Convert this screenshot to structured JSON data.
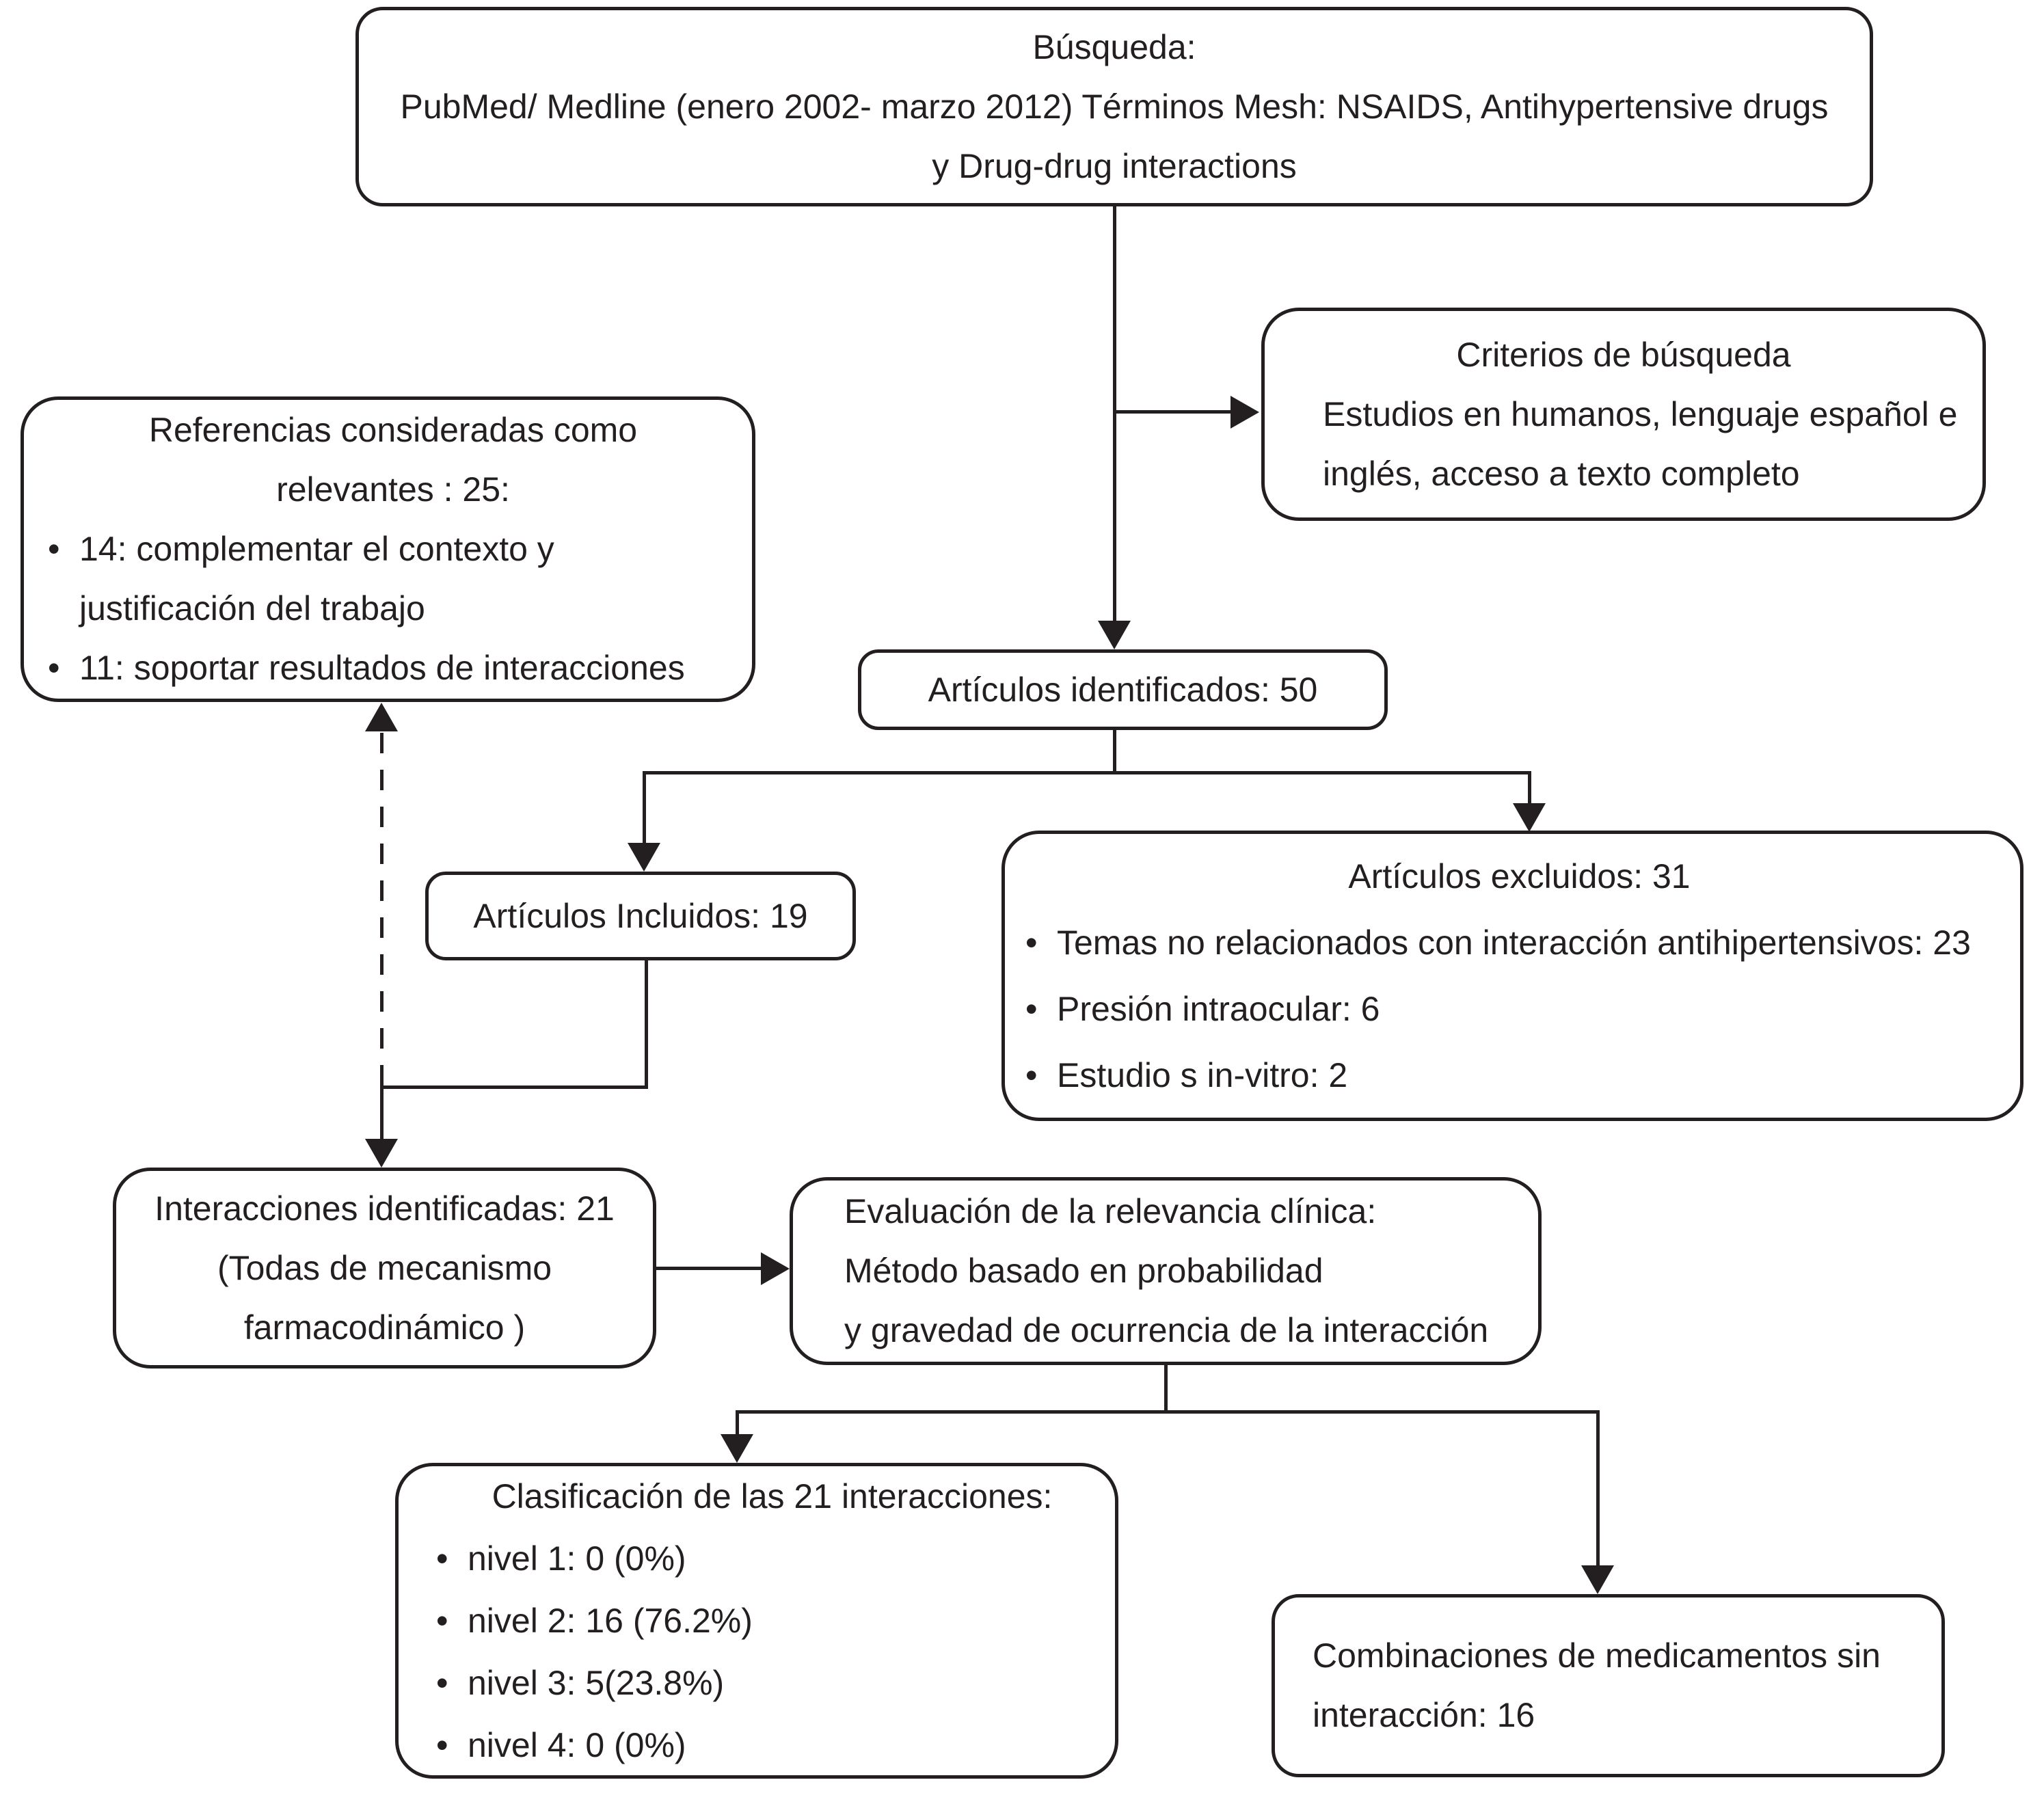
{
  "ui": {
    "bullet": "•"
  },
  "colors": {
    "ink": "#231f20",
    "background": "#ffffff"
  },
  "boxes": {
    "search": {
      "lines": [
        "Búsqueda:",
        "PubMed/ Medline (enero 2002- marzo 2012) Términos Mesh: NSAIDS, Antihypertensive drugs",
        "y Drug-drug interactions"
      ]
    },
    "criteria": {
      "title": "Criterios de búsqueda",
      "lines": [
        "Estudios en humanos, lenguaje español e",
        "inglés, acceso a texto completo"
      ]
    },
    "references": {
      "title_lines": [
        "Referencias consideradas como",
        "relevantes : 25:"
      ],
      "bullets": [
        "14: complementar el contexto y justificación del trabajo",
        "11: soportar resultados de interacciones"
      ]
    },
    "identified": {
      "label": "Artículos identificados: 50"
    },
    "included": {
      "label": "Artículos Incluidos: 19"
    },
    "excluded": {
      "title": "Artículos excluidos: 31",
      "bullets": [
        "Temas no relacionados con interacción antihipertensivos: 23",
        "Presión intraocular: 6",
        "Estudio s in-vitro: 2"
      ]
    },
    "interactions": {
      "lines": [
        "Interacciones identificadas: 21",
        "(Todas de mecanismo",
        "farmacodinámico )"
      ]
    },
    "evaluation": {
      "lines": [
        "Evaluación de la relevancia clínica:",
        "Método basado en probabilidad",
        "y gravedad de ocurrencia de la interacción"
      ]
    },
    "classification": {
      "title": "Clasificación de las 21 interacciones:",
      "bullets": [
        "nivel 1: 0 (0%)",
        "nivel 2: 16 (76.2%)",
        "nivel 3: 5(23.8%)",
        "nivel 4: 0 (0%)"
      ]
    },
    "combinations": {
      "lines": [
        "Combinaciones de medicamentos sin",
        "interacción: 16"
      ]
    }
  }
}
